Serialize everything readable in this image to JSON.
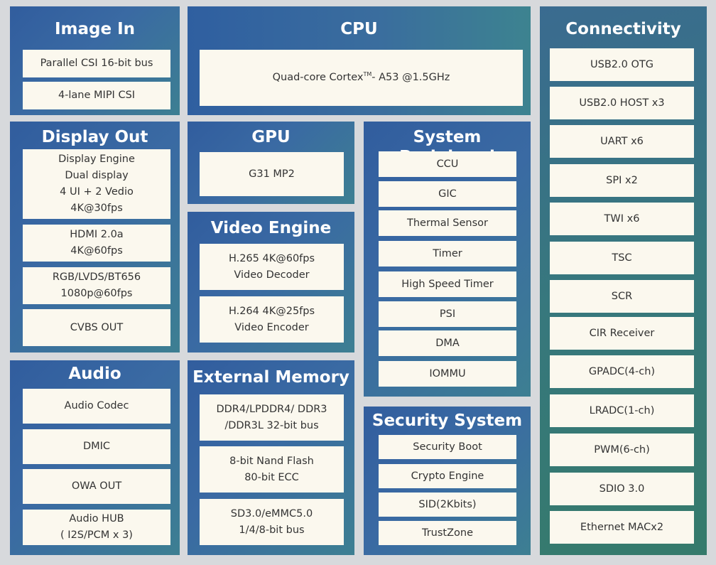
{
  "image_in": {
    "title": "Image In",
    "items": [
      "Parallel CSI 16-bit bus",
      "4-lane MIPI CSI"
    ]
  },
  "cpu": {
    "title": "CPU",
    "desc_prefix": "Quad-core Cortex",
    "desc_tm": "TM",
    "desc_suffix": "- A53 @1.5GHz"
  },
  "connectivity": {
    "title": "Connectivity",
    "items": [
      "USB2.0 OTG",
      "USB2.0 HOST x3",
      "UART x6",
      "SPI x2",
      "TWI x6",
      "TSC",
      "SCR",
      "CIR Receiver",
      "GPADC(4-ch)",
      "LRADC(1-ch)",
      "PWM(6-ch)",
      "SDIO 3.0",
      "Ethernet MACx2"
    ]
  },
  "display_out": {
    "title": "Display Out",
    "engine": [
      "Display Engine",
      "Dual display",
      "4 UI  + 2 Vedio",
      "4K@30fps"
    ],
    "hdmi": [
      "HDMI 2.0a",
      "4K@60fps"
    ],
    "rgb": [
      "RGB/LVDS/BT656",
      "1080p@60fps"
    ],
    "cvbs": "CVBS OUT"
  },
  "gpu": {
    "title": "GPU",
    "item": "G31 MP2"
  },
  "system_peripheral": {
    "title": "System Peripheral",
    "items": [
      "CCU",
      "GIC",
      "Thermal Sensor",
      "Timer",
      "High Speed Timer",
      "PSI",
      "DMA",
      "IOMMU"
    ]
  },
  "video_engine": {
    "title": "Video Engine",
    "decoder": [
      "H.265 4K@60fps",
      "Video Decoder"
    ],
    "encoder": [
      "H.264 4K@25fps",
      "Video Encoder"
    ]
  },
  "audio": {
    "title": "Audio",
    "items": [
      "Audio Codec",
      "DMIC",
      "OWA OUT"
    ],
    "hub": [
      "Audio HUB",
      "( I2S/PCM x 3)"
    ]
  },
  "external_memory": {
    "title": "External Memory",
    "ddr": [
      "DDR4/LPDDR4/ DDR3",
      "/DDR3L 32-bit bus"
    ],
    "nand": [
      "8-bit Nand Flash",
      "80-bit ECC"
    ],
    "sd": [
      "SD3.0/eMMC5.0",
      "1/4/8-bit bus"
    ]
  },
  "security_system": {
    "title": "Security System",
    "items": [
      "Security Boot",
      "Crypto Engine",
      "SID(2Kbits)",
      "TrustZone"
    ]
  }
}
